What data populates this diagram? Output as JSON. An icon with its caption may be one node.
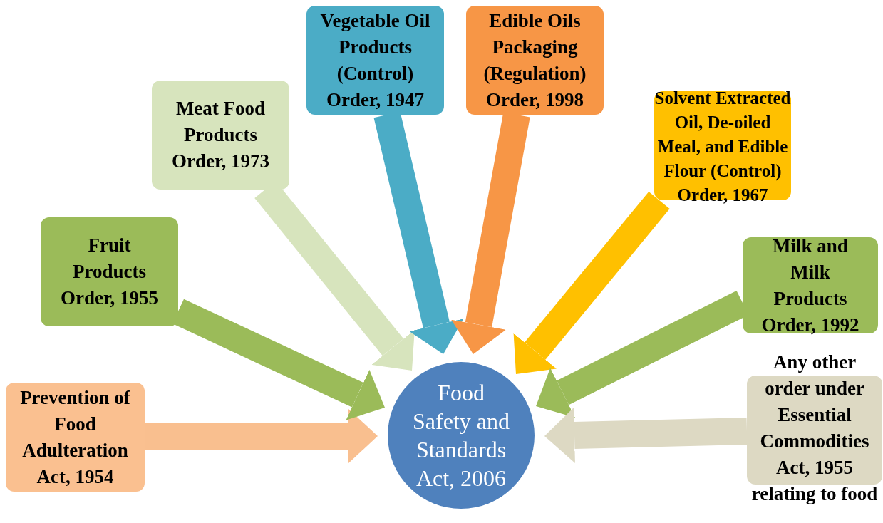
{
  "diagram": {
    "nodes": [
      {
        "text": [
          "Food Safety and Standards Act, 2006"
        ]
      },
      {
        "text": [
          "Prevention of Food Adulteration Act, 1954"
        ]
      },
      {
        "text": [
          "Fruit Products Order, 1955"
        ]
      },
      {
        "text": [
          "Meat Food Products Order, 1973"
        ]
      },
      {
        "text": [
          "Vegetable Oil Products (Control) Order, 1947"
        ]
      },
      {
        "text": [
          "Edible Oils Packaging (Regulation) Order, 1998"
        ]
      },
      {
        "text": [
          "Solvent Extracted Oil, De-oiled Meal, and Edible Flour (Control) Order, 1967"
        ]
      },
      {
        "text": [
          "Milk and Milk Products Order, 1992"
        ]
      },
      {
        "text": [
          "**Any other order under Essential Commodities Act,** 1955 **relating to food**"
        ]
      }
    ],
    "edges": [
      {
        "from": 1,
        "to": 0,
        "arrow": "to",
        "color": "#f9bf8f"
      },
      {
        "from": 2,
        "to": 0,
        "arrow": "to",
        "color": "#9bbb59"
      },
      {
        "from": 3,
        "to": 0,
        "arrow": "to",
        "color": "#d7e4bd"
      },
      {
        "from": 4,
        "to": 0,
        "arrow": "to",
        "color": "#4bacc6"
      },
      {
        "from": 5,
        "to": 0,
        "arrow": "to",
        "color": "#f79646"
      },
      {
        "from": 6,
        "to": 0,
        "arrow": "to",
        "color": "#ffc000"
      },
      {
        "from": 7,
        "to": 0,
        "arrow": "to",
        "color": "#9bbb59"
      },
      {
        "from": 8,
        "to": 0,
        "arrow": "to",
        "color": "#ddd9c3"
      }
    ]
  }
}
